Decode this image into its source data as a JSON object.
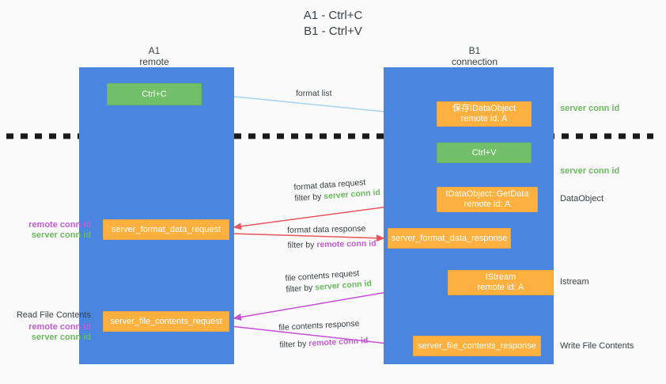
{
  "title": {
    "line1": "A1 - Ctrl+C",
    "line2": "B1 - Ctrl+V"
  },
  "lanes": [
    {
      "name": "A1",
      "sub": "remote"
    },
    {
      "name": "B1",
      "sub": "connection"
    }
  ],
  "boxes": {
    "ctrl_c": {
      "label": "Ctrl+C",
      "color": "#72bf6a"
    },
    "idataobject": {
      "line1": "保存IDataObject",
      "line2": "remote id: A",
      "color": "#fbb040"
    },
    "ctrl_v": {
      "label": "Ctrl+V",
      "color": "#72bf6a"
    },
    "getdata": {
      "line1": "IDataObject::GetData",
      "line2": "remote id: A",
      "color": "#fbb040"
    },
    "format_data_request": {
      "label": "server_format_data_request",
      "color": "#fbb040"
    },
    "format_data_response": {
      "label": "server_format_data_response",
      "color": "#fbb040"
    },
    "istream": {
      "line1": "IStream",
      "line2": "remote id: A",
      "color": "#fbb040"
    },
    "file_contents_request": {
      "label": "server_file_contents_request",
      "color": "#fbb040"
    },
    "file_contents_response": {
      "label": "server_file_contents_response",
      "color": "#fbb040"
    }
  },
  "arrow_labels": {
    "format_list": "format list",
    "format_data_request": "format data request",
    "format_data_request_filter_prefix": "filter by ",
    "format_data_request_filter_value": "server conn id",
    "format_data_response": "format data response",
    "format_data_response_filter_prefix": "filter by ",
    "format_data_response_filter_value": "remote conn id",
    "file_contents_request": "file contents request",
    "file_contents_request_filter_prefix": "filter by ",
    "file_contents_request_filter_value": "server conn id",
    "file_contents_response": "file contents response",
    "file_contents_response_filter_prefix": "filter by ",
    "file_contents_response_filter_value": "remote conn id"
  },
  "side_labels": {
    "server_conn_id_top": "server conn id",
    "server_conn_id_mid": "server conn id",
    "dataobject": "DataObject",
    "istream": "Istream",
    "write_file_contents": "Write File Contents",
    "read_file_contents": "Read File Contents",
    "remote_conn_id_1": "remote conn id",
    "server_conn_id_1": "server conn id",
    "remote_conn_id_2": "remote conn id",
    "server_conn_id_2": "server conn id"
  },
  "colors": {
    "lane": "#4a86df",
    "green_box": "#72bf6a",
    "orange_box": "#fbb040",
    "green_text": "#6aba5e",
    "purple_text": "#c45bd6",
    "red_arrow": "#e8565c",
    "magenta_arrow": "#c44ed4",
    "lightblue_arrow": "#a8d4f0",
    "black_arrow": "#000000",
    "divider": "#1a1a1a",
    "background": "#fafafa"
  }
}
